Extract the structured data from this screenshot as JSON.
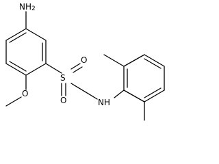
{
  "atoms": {
    "amine": {
      "symbol": "NH",
      "subscript": "2"
    },
    "sulfur": {
      "symbol": "S"
    },
    "oxygen_top": {
      "symbol": "O"
    },
    "oxygen_bottom": {
      "symbol": "O"
    },
    "sulfonamide_nitrogen": {
      "symbol": "NH"
    },
    "methoxy_oxygen": {
      "symbol": "O"
    }
  }
}
